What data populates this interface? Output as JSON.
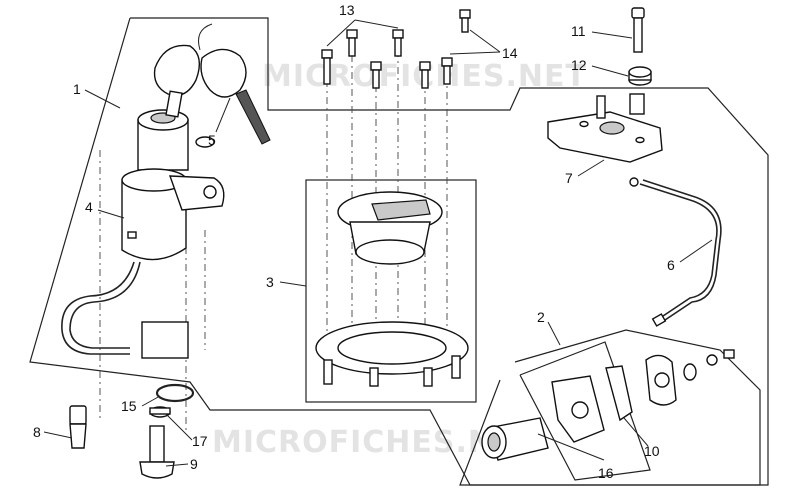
{
  "watermark": "MICROFICHES.NET",
  "callouts": [
    "1",
    "2",
    "3",
    "4",
    "5",
    "6",
    "7",
    "8",
    "9",
    "10",
    "11",
    "12",
    "13",
    "14",
    "15",
    "16",
    "17"
  ]
}
